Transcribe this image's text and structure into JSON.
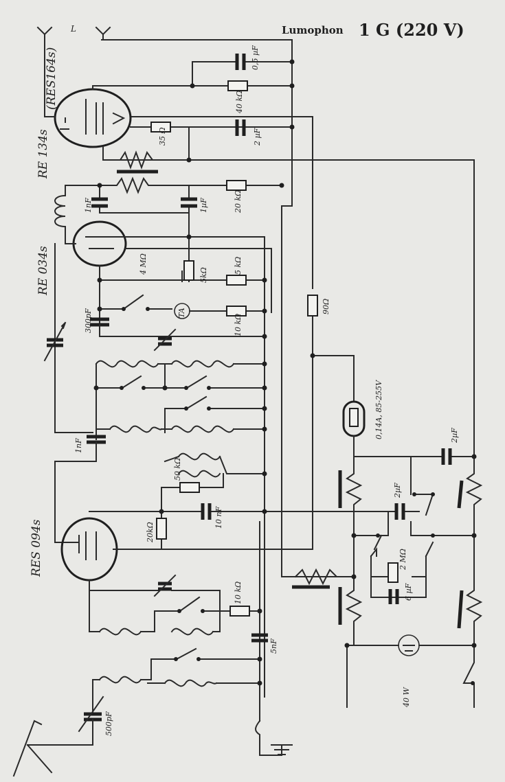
{
  "title": {
    "brand": "Lumophon",
    "model": "1 G (220 V)"
  },
  "tubes": {
    "output": "RE 134s",
    "output_alt": "(RES164s)",
    "detector": "RE 034s",
    "input": "RES 094s",
    "rectifier": "0,14A, 85-255V"
  },
  "labels": {
    "c_05uf": "0,5 µF",
    "r_40k": "40 kΩ",
    "r_35": "35 Ω",
    "c_2uf_top": "2 µF",
    "c_1nf_a": "1nF",
    "c_1uf": "1µF",
    "r_20k_top": "20 kΩ",
    "r_4m": "4 MΩ",
    "r_5k": "5kΩ",
    "r_5k_b": "5 kΩ",
    "ta": "TA",
    "r_10k_a": "10 kΩ",
    "r_90": "90Ω",
    "c_300pf": "300pF",
    "c_1nf_b": "1nF",
    "c_2uf_right": "2µF",
    "r_50k": "50 kΩ",
    "c_10nf": "10 nF",
    "r_20k_mid": "20kΩ",
    "c_2uf_mid": "2µF",
    "r_2m": "2 MΩ",
    "c_6uf": "6 µF",
    "r_10k_b": "10 kΩ",
    "c_5nf": "5nF",
    "c_500pf": "500pF",
    "lamp": "40 W",
    "l": "L"
  }
}
